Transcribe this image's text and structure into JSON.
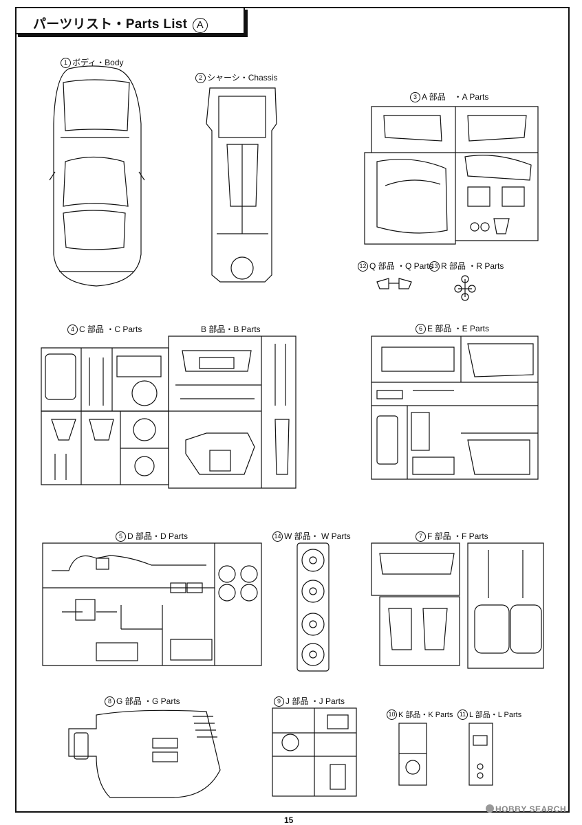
{
  "header": {
    "title": "パーツリスト・Parts List",
    "circle_letter": "A"
  },
  "sections": {
    "body": {
      "num": "1",
      "label": "ボディ・Body"
    },
    "chassis": {
      "num": "2",
      "label": "シャーシ・Chassis"
    },
    "a_parts": {
      "num": "3",
      "label": "A 部品　・A Parts"
    },
    "q_parts": {
      "num": "12",
      "label": "Q 部品 ・Q Parts"
    },
    "r_parts": {
      "num": "13",
      "label": "R 部品 ・R Parts"
    },
    "c_parts": {
      "num": "4",
      "label": "C 部品 ・C Parts"
    },
    "b_parts": {
      "label": "B 部品・B Parts"
    },
    "e_parts": {
      "num": "6",
      "label": "E 部品 ・E Parts"
    },
    "d_parts": {
      "num": "5",
      "label": "D 部品・D Parts"
    },
    "w_parts": {
      "num": "14",
      "label": "W 部品・ W Parts"
    },
    "f_parts": {
      "num": "7",
      "label": "F 部品 ・F Parts"
    },
    "g_parts": {
      "num": "8",
      "label": "G 部品 ・G Parts"
    },
    "j_parts": {
      "num": "9",
      "label": "J 部品 ・J Parts"
    },
    "k_parts": {
      "num": "10",
      "label": "K 部品・K Parts"
    },
    "l_parts": {
      "num": "11",
      "label": "L 部品・L Parts"
    }
  },
  "page_number": "15",
  "watermark": "HOBBY SEARCH",
  "icons": {
    "watermark_logo": "hobby-search-logo-icon"
  }
}
